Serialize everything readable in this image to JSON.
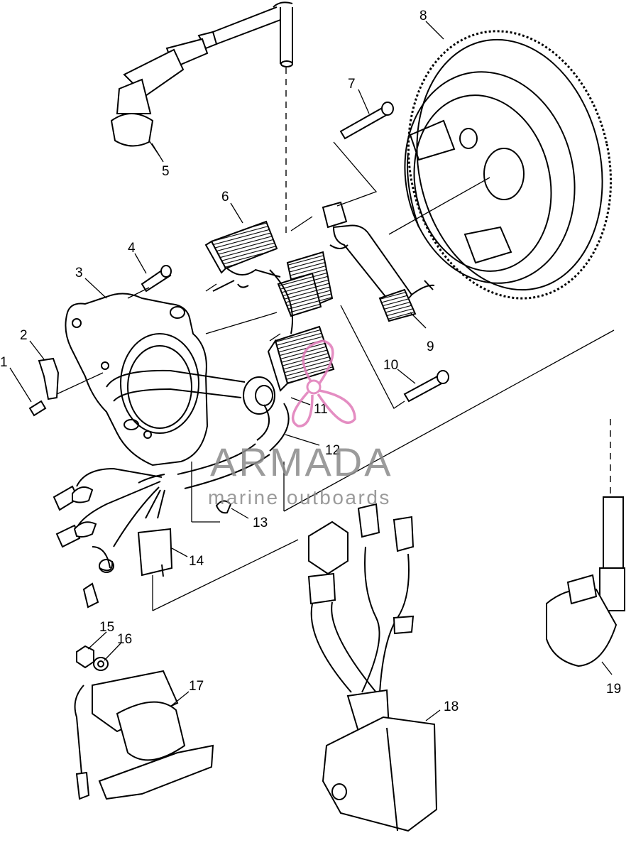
{
  "parts": [
    {
      "number": "1",
      "name": "screw"
    },
    {
      "number": "2",
      "name": "wire-clamp"
    },
    {
      "number": "3",
      "name": "stator-base-plate"
    },
    {
      "number": "4",
      "name": "screw"
    },
    {
      "number": "5",
      "name": "spark-plug-cap"
    },
    {
      "number": "6",
      "name": "charge-coil"
    },
    {
      "number": "7",
      "name": "bolt"
    },
    {
      "number": "8",
      "name": "flywheel"
    },
    {
      "number": "9",
      "name": "pulser-coil"
    },
    {
      "number": "10",
      "name": "bolt"
    },
    {
      "number": "11",
      "name": "grommet"
    },
    {
      "number": "12",
      "name": "wire-harness"
    },
    {
      "number": "13",
      "name": "screw"
    },
    {
      "number": "14",
      "name": "connector"
    },
    {
      "number": "15",
      "name": "nut"
    },
    {
      "number": "16",
      "name": "washer"
    },
    {
      "number": "17",
      "name": "starter-relay"
    },
    {
      "number": "18",
      "name": "cdi-unit"
    },
    {
      "number": "19",
      "name": "ignition-coil"
    }
  ],
  "watermark": {
    "brand": "ARMADA",
    "tagline": "marine outboards",
    "logo_color": "#e07ab8",
    "text_color": "#8a8a8a"
  }
}
